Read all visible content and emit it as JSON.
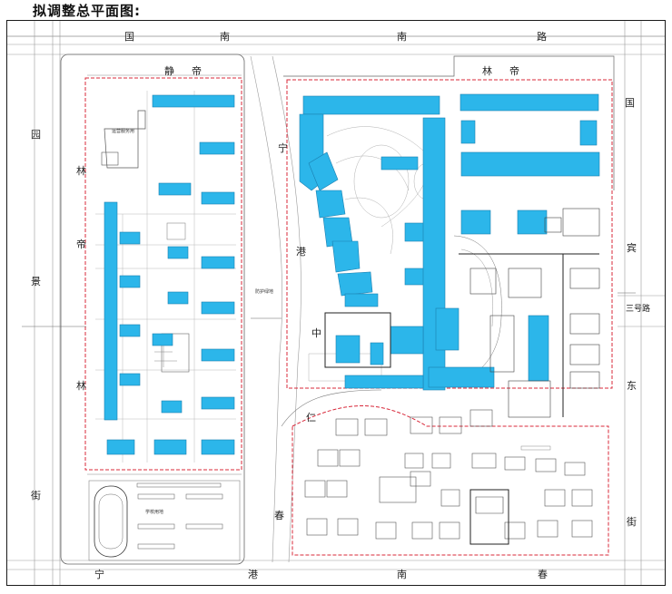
{
  "title": "拟调整总平面图:",
  "colors": {
    "building": "#2cb6ea",
    "building_edge": "#1b7fb0",
    "red_line": "#d8283a",
    "line": "#555555",
    "road_line": "#9a9a9a"
  },
  "roads": {
    "north": [
      "国",
      "南",
      "路"
    ],
    "north_left_fragment": "国",
    "west": [
      "园",
      "林",
      "景",
      "街"
    ],
    "south": [
      "宁",
      "港",
      "南",
      "春"
    ],
    "east": [
      "国",
      "宾",
      "东",
      "街"
    ],
    "middle": [
      "宁",
      "港",
      "中",
      "仁",
      "春"
    ],
    "inner_north_west": [
      "静",
      "帝"
    ],
    "inner_north_east": [
      "林",
      "帝"
    ],
    "san_hao_lu": "三号路"
  },
  "small_labels": {
    "school": "学校用地",
    "greenbelt": "防护绿地",
    "guard": "运营服务用"
  }
}
